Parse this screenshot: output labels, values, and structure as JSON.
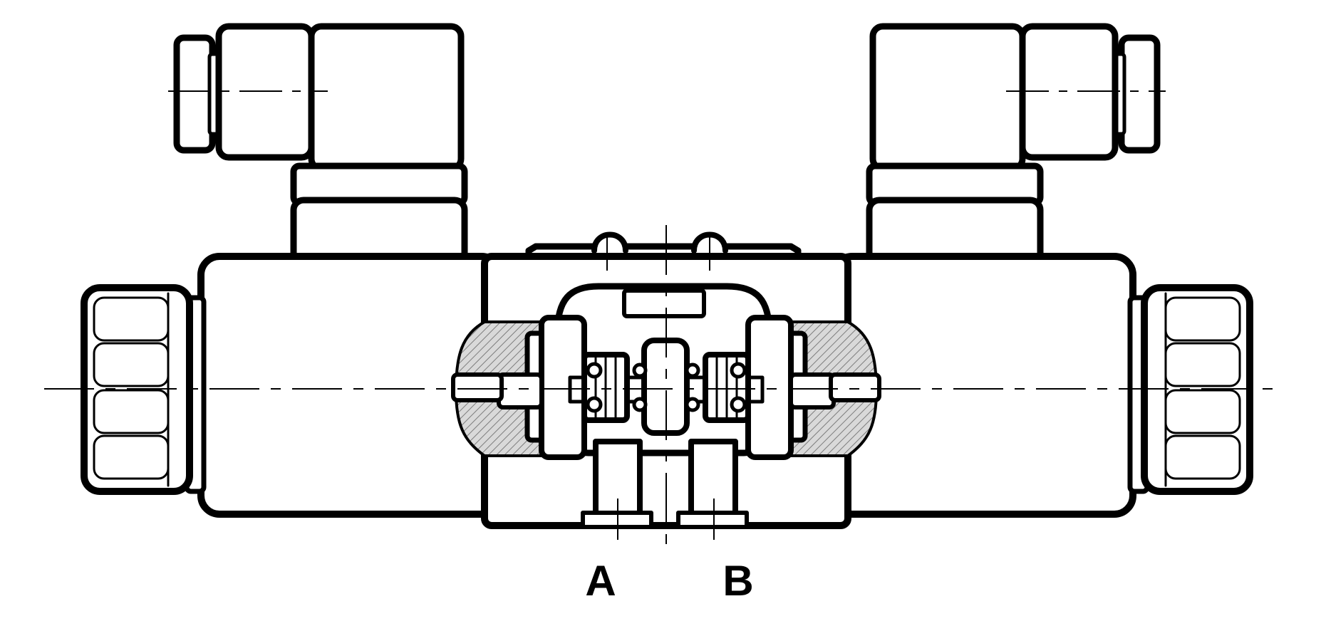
{
  "diagram": {
    "ports": [
      {
        "id": "A",
        "label": "A"
      },
      {
        "id": "B",
        "label": "B"
      }
    ],
    "colors": {
      "line": "#000000",
      "fill": "#ffffff",
      "background": "#ffffff",
      "hatch": "#9a9a9a",
      "shade": "#cfcfcf"
    }
  }
}
